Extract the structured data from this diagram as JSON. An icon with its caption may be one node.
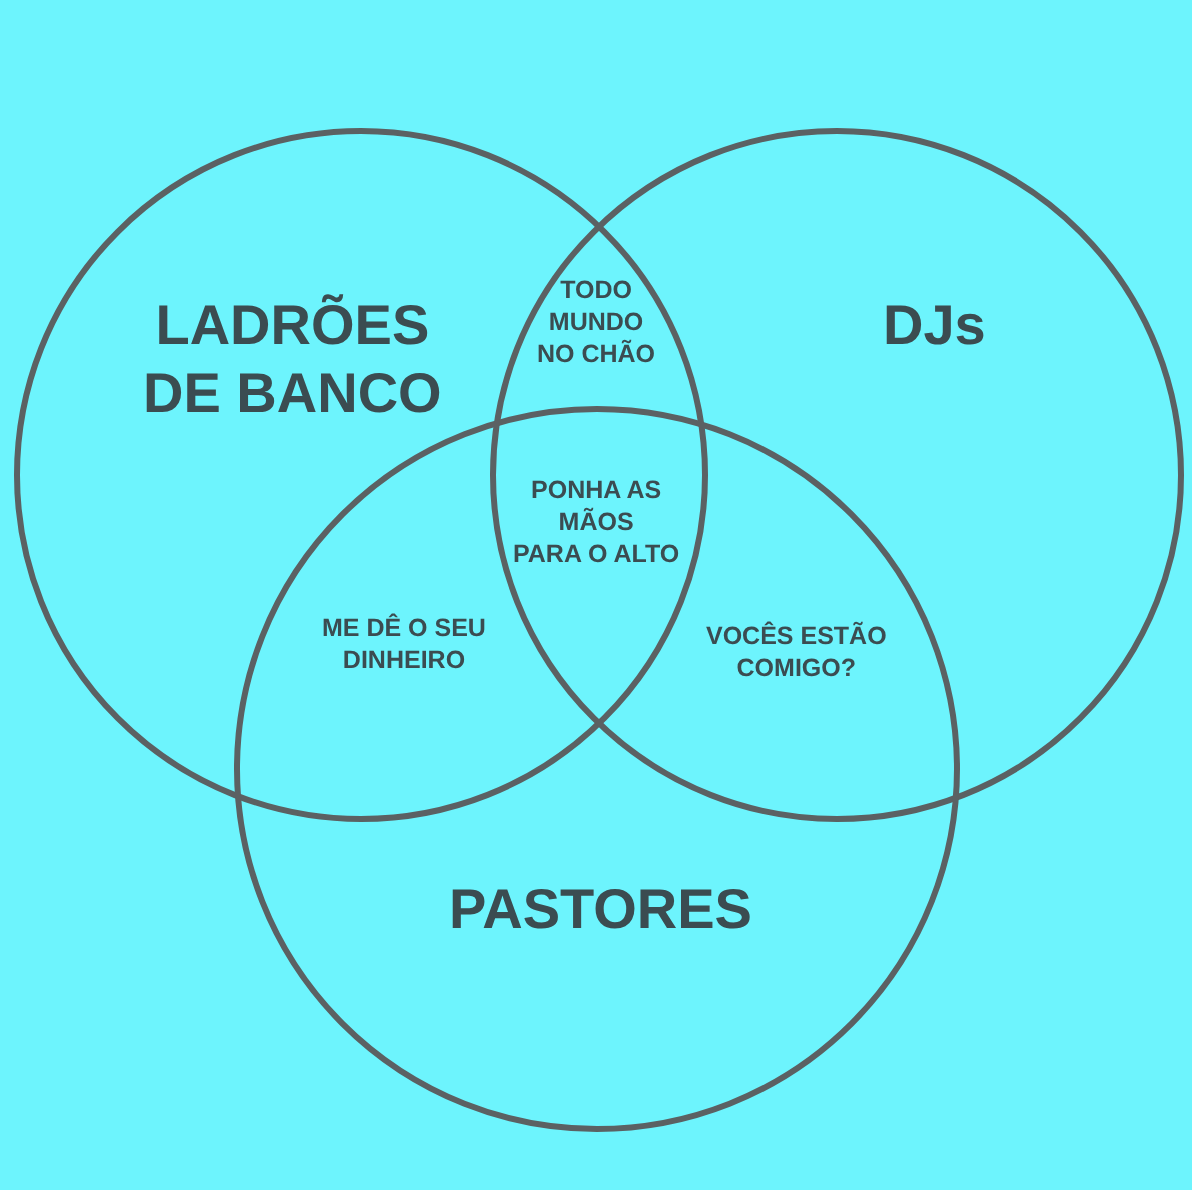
{
  "diagram": {
    "nodes": [
      {
        "text": [
          "LADRÕES DE BANCO"
        ]
      },
      {
        "text": [
          "DJs"
        ]
      },
      {
        "text": [
          "PASTORES"
        ]
      }
    ],
    "labels": [
      "TODO MUNDO NO CHÃO",
      "PONHA AS MÃOS PARA O ALTO",
      "ME DÊ O SEU DINHEIRO",
      "VOCÊS ESTÃO COMIGO?"
    ]
  }
}
